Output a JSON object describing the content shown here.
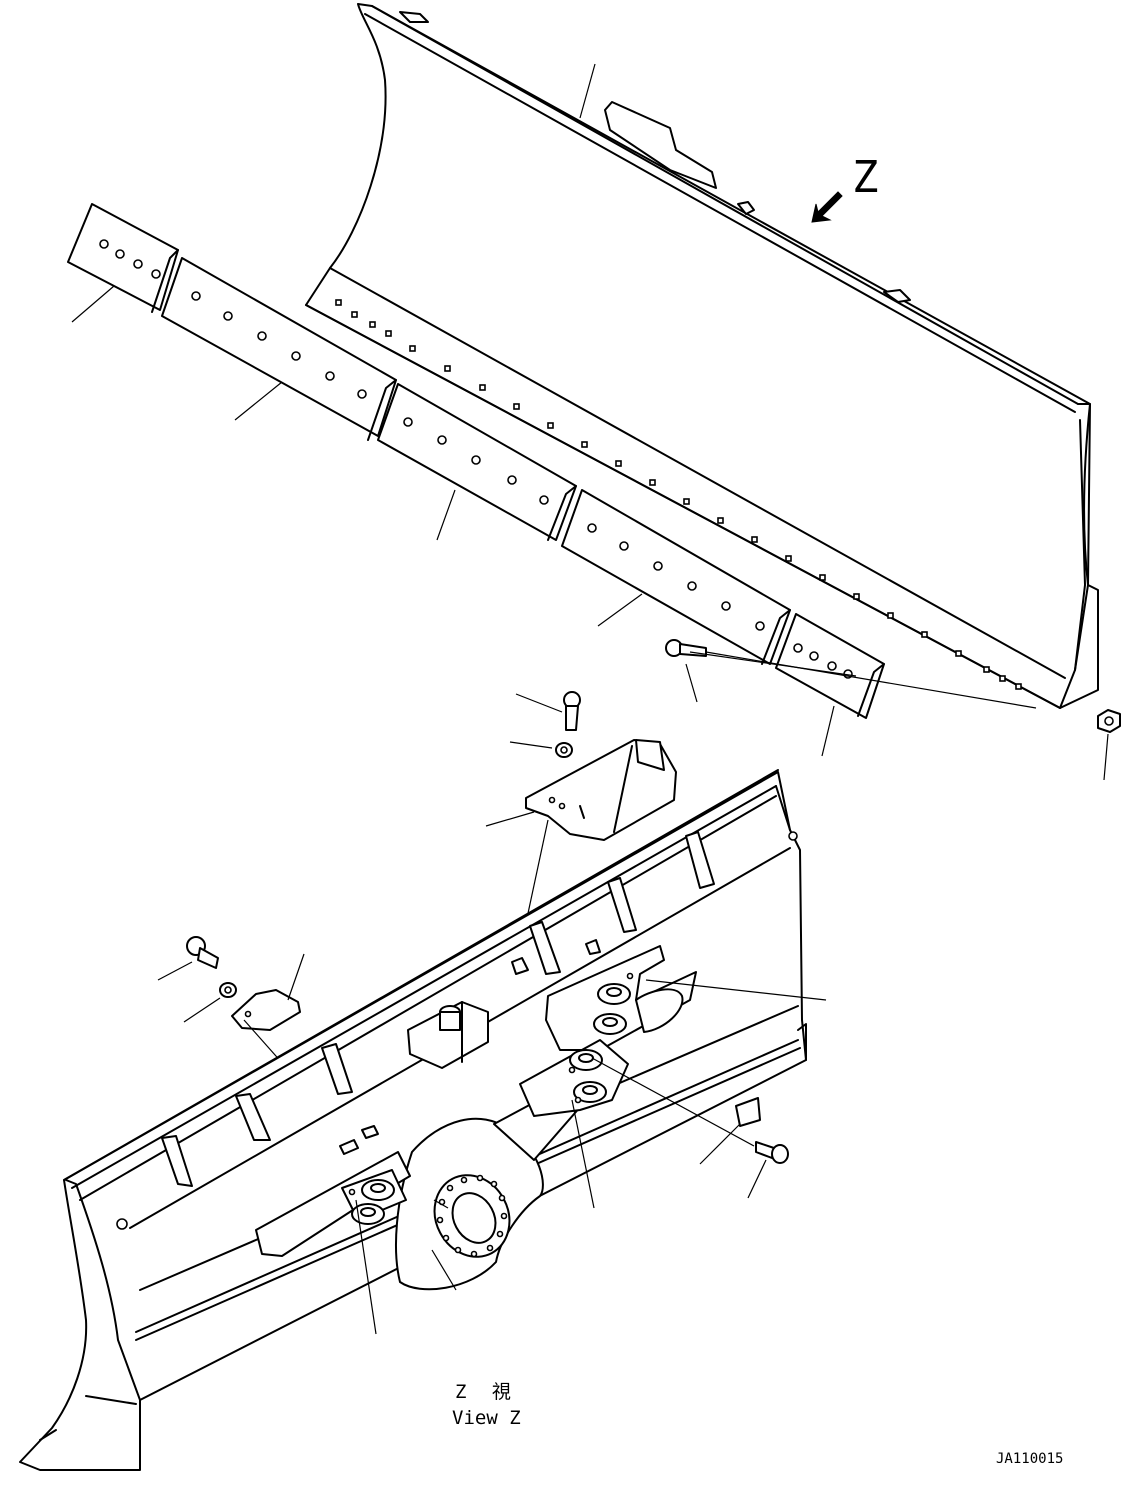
{
  "view_marker": {
    "letter": "Z"
  },
  "view_caption": {
    "line1": "Z 視",
    "line2": "View Z"
  },
  "drawing_number": "JA110015",
  "colors": {
    "line": "#000000",
    "background": "#ffffff"
  }
}
